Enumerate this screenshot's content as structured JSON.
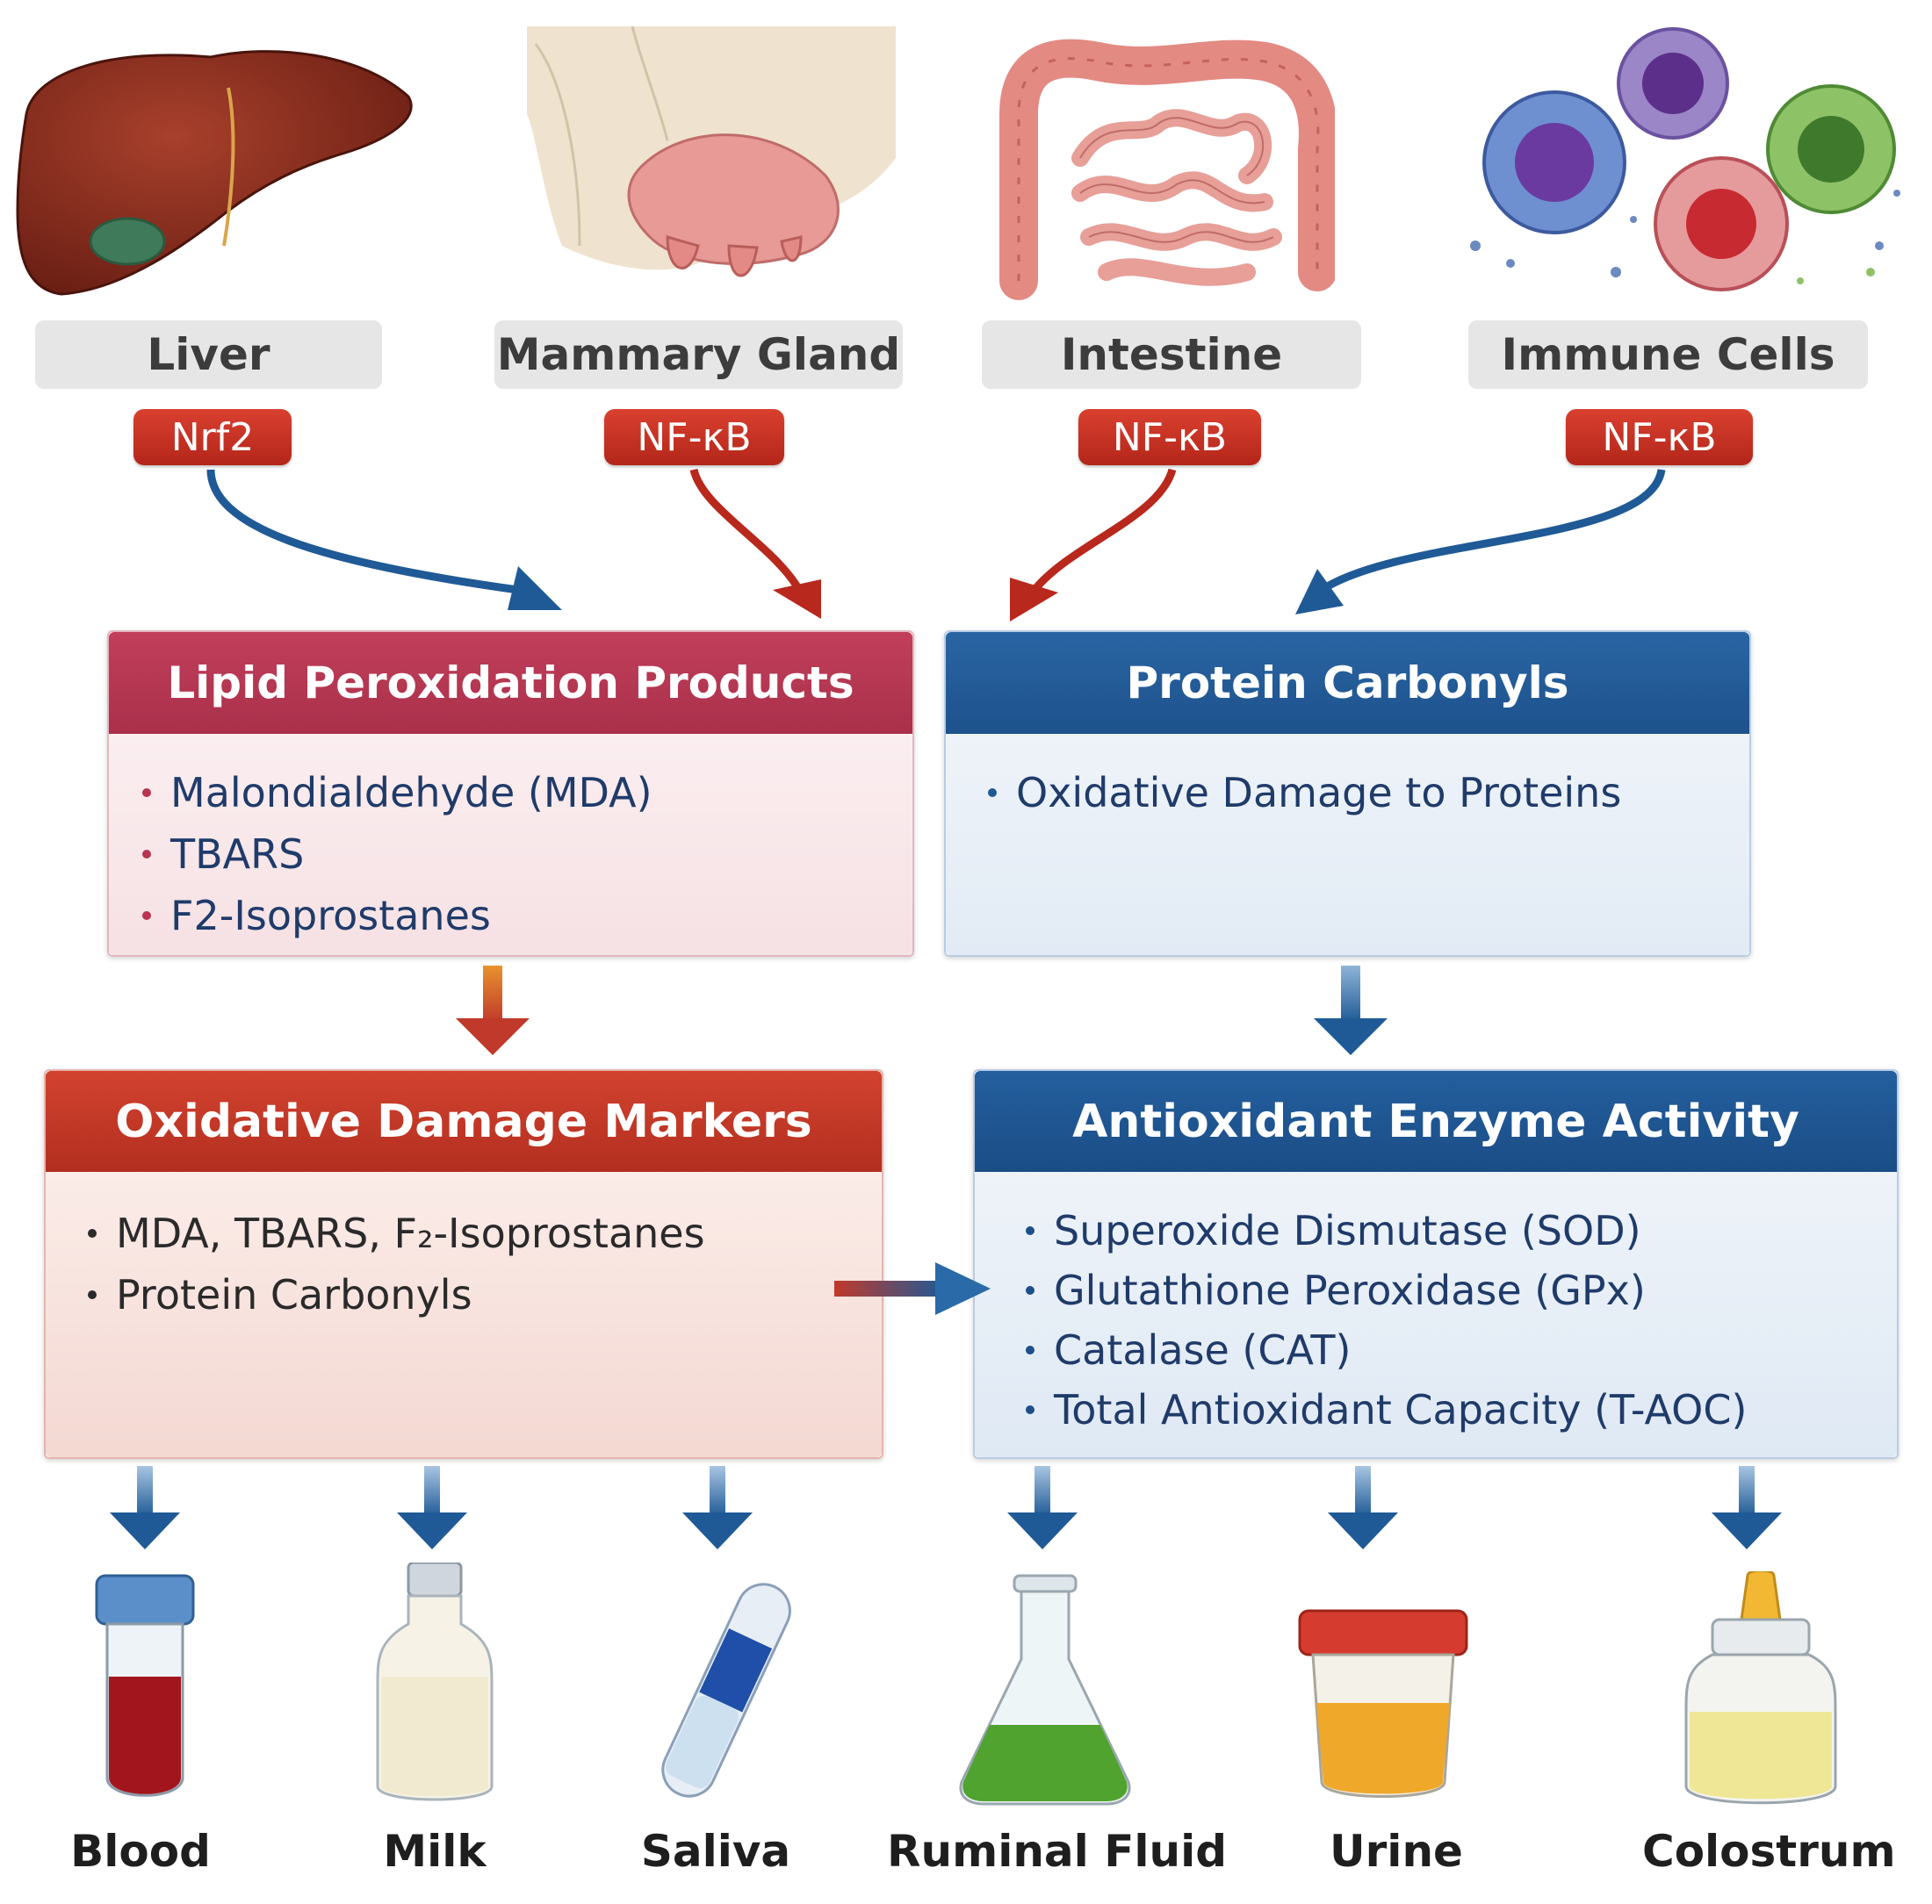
{
  "tissues": [
    {
      "label": "Liver",
      "pathway": "Nrf2"
    },
    {
      "label": "Mammary Gland",
      "pathway": "NF-κB"
    },
    {
      "label": "Intestine",
      "pathway": "NF-κB"
    },
    {
      "label": "Immune Cells",
      "pathway": "NF-κB"
    }
  ],
  "boxes": {
    "lipid": {
      "title": "Lipid Peroxidation Products",
      "items": [
        "Malondialdehyde (MDA)",
        "TBARS",
        "F2-Isoprostanes"
      ]
    },
    "protein": {
      "title": "Protein Carbonyls",
      "items": [
        "Oxidative Damage to Proteins"
      ]
    },
    "damage": {
      "title": "Oxidative Damage Markers",
      "items": [
        "MDA, TBARS, F₂-Isoprostanes",
        "Protein Carbonyls"
      ]
    },
    "antioxidant": {
      "title": "Antioxidant Enzyme Activity",
      "items": [
        "Superoxide Dismutase (SOD)",
        "Glutathione Peroxidase (GPx)",
        "Catalase (CAT)",
        "Total Antioxidant Capacity (T-AOC)"
      ]
    }
  },
  "samples": [
    "Blood",
    "Milk",
    "Saliva",
    "Ruminal Fluid",
    "Urine",
    "Colostrum"
  ],
  "colors": {
    "red": "#c0392b",
    "crimson": "#b83450",
    "blue": "#1f5a96",
    "navy": "#1d4f8a"
  },
  "icons": [
    "liver-illustration",
    "udder-illustration",
    "intestine-illustration",
    "immune-cells-illustration",
    "blood-tube-icon",
    "milk-bottle-icon",
    "saliva-swab-icon",
    "flask-icon",
    "urine-cup-icon",
    "colostrum-bottle-icon"
  ]
}
